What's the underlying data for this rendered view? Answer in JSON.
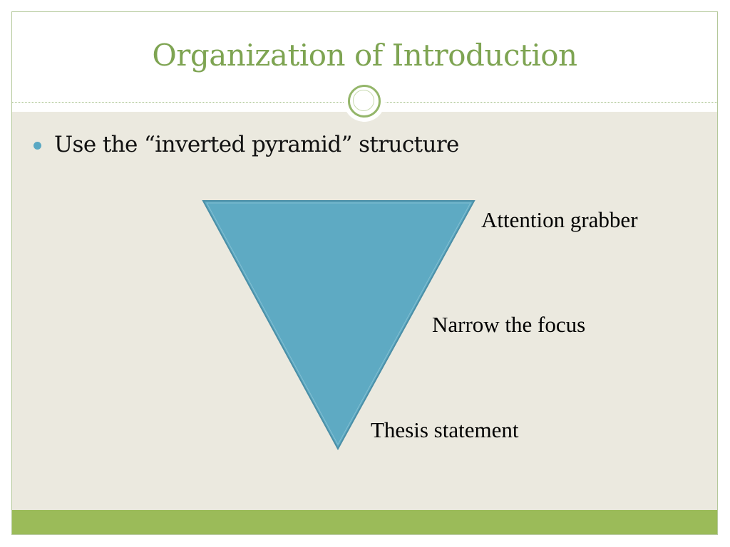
{
  "slide": {
    "title": "Organization of Introduction",
    "bullets": [
      "Use the “inverted pyramid” structure"
    ]
  },
  "diagram": {
    "shape": "inverted-triangle",
    "fill_color": "#5eaac3",
    "labels": {
      "top": "Attention grabber",
      "middle": "Narrow the focus",
      "bottom": "Thesis statement"
    }
  },
  "theme": {
    "title_color": "#7ea452",
    "accent_green": "#9bbb59",
    "content_background": "#ebe9df",
    "bullet_color": "#5aa8c3"
  }
}
